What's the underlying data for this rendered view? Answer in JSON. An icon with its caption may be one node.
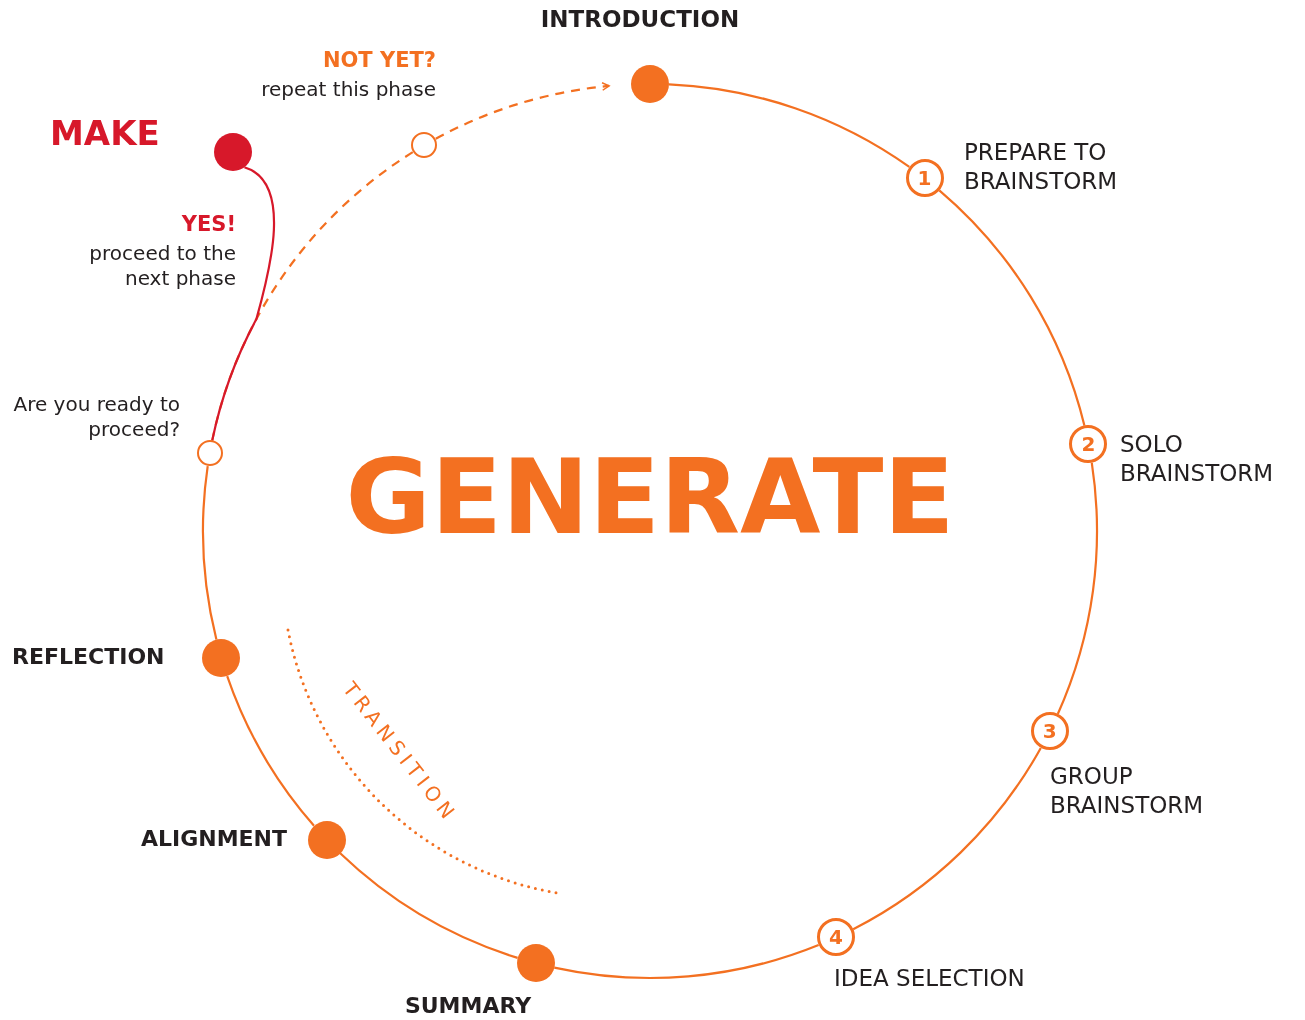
{
  "diagram": {
    "title": "GENERATE",
    "nodes": [
      {
        "text": [
          "INTRODUCTION"
        ]
      },
      {
        "text": [
          "1"
        ],
        "beside": [
          "PREPARE TO BRAINSTORM"
        ]
      },
      {
        "text": [
          "2"
        ],
        "beside": [
          "SOLO BRAINSTORM"
        ]
      },
      {
        "text": [
          "3"
        ],
        "beside": [
          "GROUP BRAINSTORM"
        ]
      },
      {
        "text": [
          "4"
        ],
        "beside": [
          "IDEA SELECTION"
        ]
      },
      {
        "text": [
          "SUMMARY"
        ]
      },
      {
        "text": [
          "ALIGNMENT"
        ]
      },
      {
        "text": [
          "REFLECTION"
        ]
      },
      {
        "text": [
          "Are you ready to proceed?"
        ]
      },
      {
        "text": [
          "MAKE"
        ]
      },
      {
        "text": [
          "NOT YET?",
          "repeat this phase"
        ]
      }
    ],
    "edges": [
      {
        "from": 0,
        "to": 1,
        "arrow": "none"
      },
      {
        "from": 1,
        "to": 2,
        "arrow": "none"
      },
      {
        "from": 2,
        "to": 3,
        "arrow": "none"
      },
      {
        "from": 3,
        "to": 4,
        "arrow": "none"
      },
      {
        "from": 4,
        "to": 5,
        "arrow": "none"
      },
      {
        "from": 5,
        "to": 6,
        "arrow": "none"
      },
      {
        "from": 6,
        "to": 7,
        "arrow": "none"
      },
      {
        "from": 7,
        "to": 8,
        "arrow": "none"
      },
      {
        "from": 8,
        "to": 10,
        "arrow": "none",
        "style": "dashed"
      },
      {
        "from": 8,
        "to": 9,
        "arrow": "none",
        "color": "#d7182a"
      },
      {
        "from": 10,
        "to": 0,
        "arrow": "to",
        "style": "dashed"
      }
    ],
    "labels": [
      "YES!",
      "proceed to the next phase",
      "TRANSITION"
    ]
  }
}
